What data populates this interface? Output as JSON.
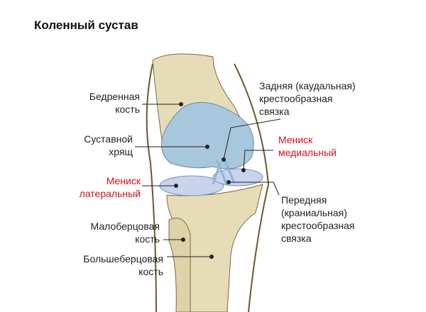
{
  "title": "Коленный сустав",
  "labels": {
    "femur": [
      "Бедренная",
      "кость"
    ],
    "cartilage": [
      "Суставной",
      "хрящ"
    ],
    "lateral_meniscus": [
      "Мениск",
      "латеральный"
    ],
    "fibula": [
      "Малоберцовая",
      "кость"
    ],
    "tibia": [
      "Большеберцовая",
      "кость"
    ],
    "posterior_ligament": [
      "Задняя (каудальная)",
      "крестообразная",
      "связка"
    ],
    "medial_meniscus": [
      "Мениск",
      "медиальный"
    ],
    "anterior_ligament": [
      "Передняя",
      "(краниальная)",
      "крестообразная",
      "связка"
    ]
  },
  "colors": {
    "accent_label": "#d0101c",
    "bone": "#e8e0c0",
    "cartilage": "#a9c7dc"
  }
}
